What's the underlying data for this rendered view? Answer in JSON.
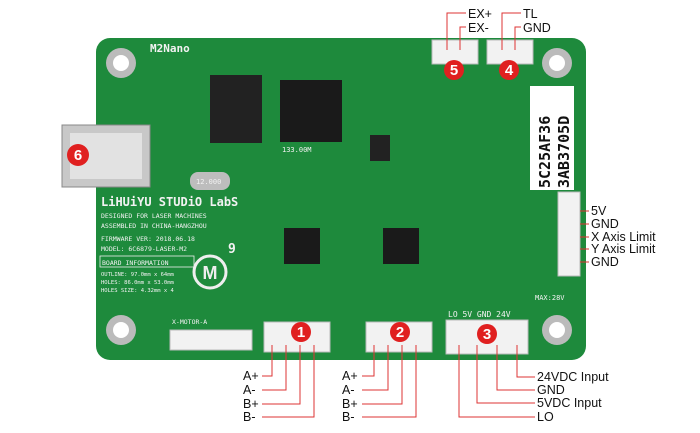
{
  "board": {
    "logo_text": "M2Nano",
    "brand": "LiHUiYU STUDiO LabS",
    "line1": "DESIGNED FOR LASER MACHINES",
    "line2": "ASSEMBLED IN CHINA-HANGZHOU",
    "firmware": "FIRMWARE VER: 2018.06.18",
    "model": "MODEL: 6C6879-LASER-M2",
    "model_suffix": "9",
    "info_title": "BOARD INFORMATION",
    "outline": "OUTLINE: 97.0mm x 64mm",
    "holes": "HOLES: 86.0mm x 53.0mm",
    "holes_size": "HOLES SIZE: 4.32mm x 4",
    "chip_id_1": "5C25AF36",
    "chip_id_2": "3AB3705D",
    "max_voltage": "MAX:28V",
    "motor_label": "X-MOTOR-A",
    "power_header": "LO  5V  GND  24V",
    "crystal": "12.000",
    "mcu_label": "133.00M"
  },
  "markers": [
    "1",
    "2",
    "3",
    "4",
    "5",
    "6"
  ],
  "connectors": {
    "c5": [
      "EX+",
      "EX-"
    ],
    "c4": [
      "TL",
      "GND"
    ],
    "limit": [
      "5V",
      "GND",
      "X Axis Limit",
      "Y Axis Limit",
      "GND"
    ],
    "c1": [
      "A+",
      "A-",
      "B+",
      "B-"
    ],
    "c2": [
      "A+",
      "A-",
      "B+",
      "B-"
    ],
    "c3": [
      "24VDC Input",
      "GND",
      "5VDC Input",
      "LO"
    ]
  },
  "colors": {
    "board": "#1e8a3c",
    "marker": "#e02020",
    "lines": "#d33333"
  }
}
